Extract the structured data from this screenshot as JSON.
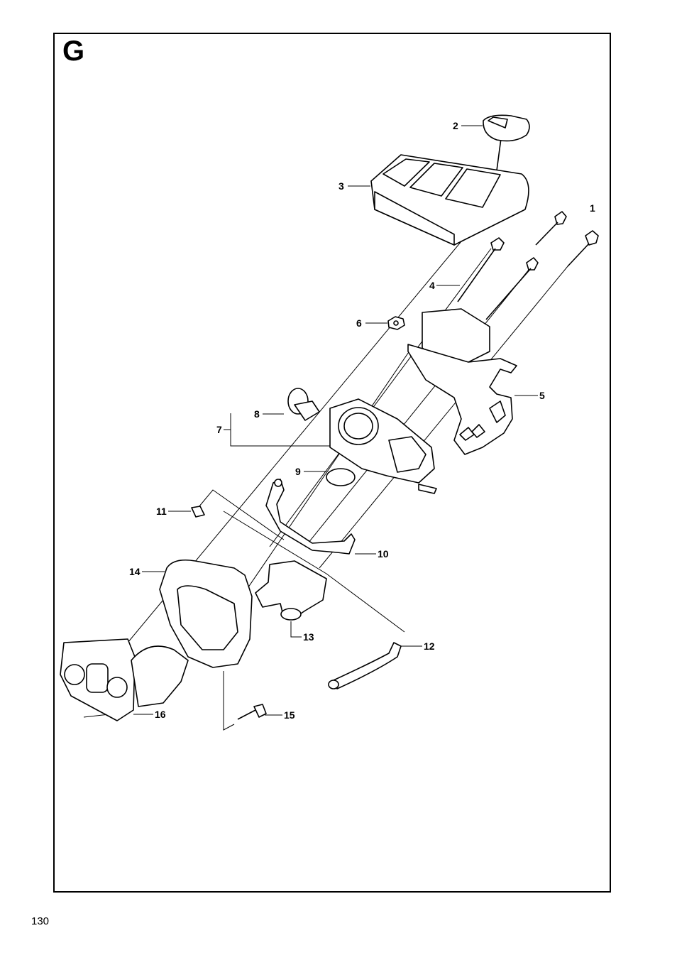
{
  "section": {
    "letter": "G"
  },
  "page": {
    "number": "130"
  },
  "callouts": {
    "c1": "1",
    "c2": "2",
    "c3": "3",
    "c4": "4",
    "c5": "5",
    "c6": "6",
    "c7": "7",
    "c8": "8",
    "c9": "9",
    "c10": "10",
    "c11": "11",
    "c12": "12",
    "c13": "13",
    "c14": "14",
    "c15": "15",
    "c16": "16"
  }
}
